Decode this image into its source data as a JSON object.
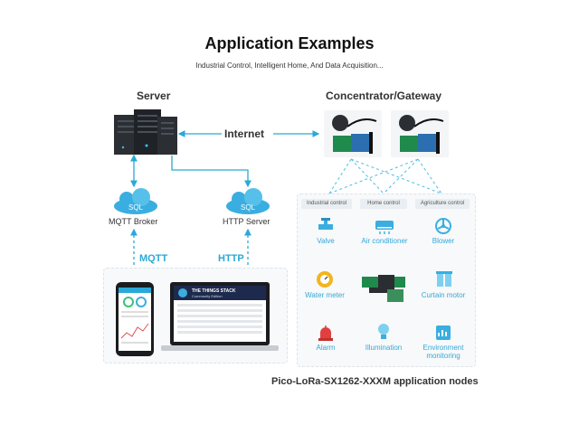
{
  "title": "Application Examples",
  "subtitle": "Industrial Control, Intelligent Home, And Data Acquisition...",
  "server_label": "Server",
  "gateway_label": "Concentrator/Gateway",
  "internet_label": "Internet",
  "mqtt_broker_label": "MQTT Broker",
  "http_server_label": "HTTP Server",
  "sql_label": "SQL",
  "mqtt_label": "MQTT",
  "http_label": "HTTP",
  "laptop_brand": "THE THINGS STACK",
  "laptop_brand_sub": "Community Edition",
  "categories": [
    "Industrial control",
    "Home control",
    "Agriculture control"
  ],
  "nodes": {
    "valve": "Valve",
    "air_conditioner": "Air conditioner",
    "blower": "Blower",
    "water_meter": "Water meter",
    "curtain_motor": "Curtain motor",
    "alarm": "Alarm",
    "illumination": "Illumination",
    "environment_line1": "Environment",
    "environment_line2": "monitoring"
  },
  "caption": "Pico-LoRa-SX1262-XXXM application nodes",
  "colors": {
    "accent": "#2aa9d6",
    "dashed": "#5cc3e4",
    "server": "#1f2328"
  }
}
